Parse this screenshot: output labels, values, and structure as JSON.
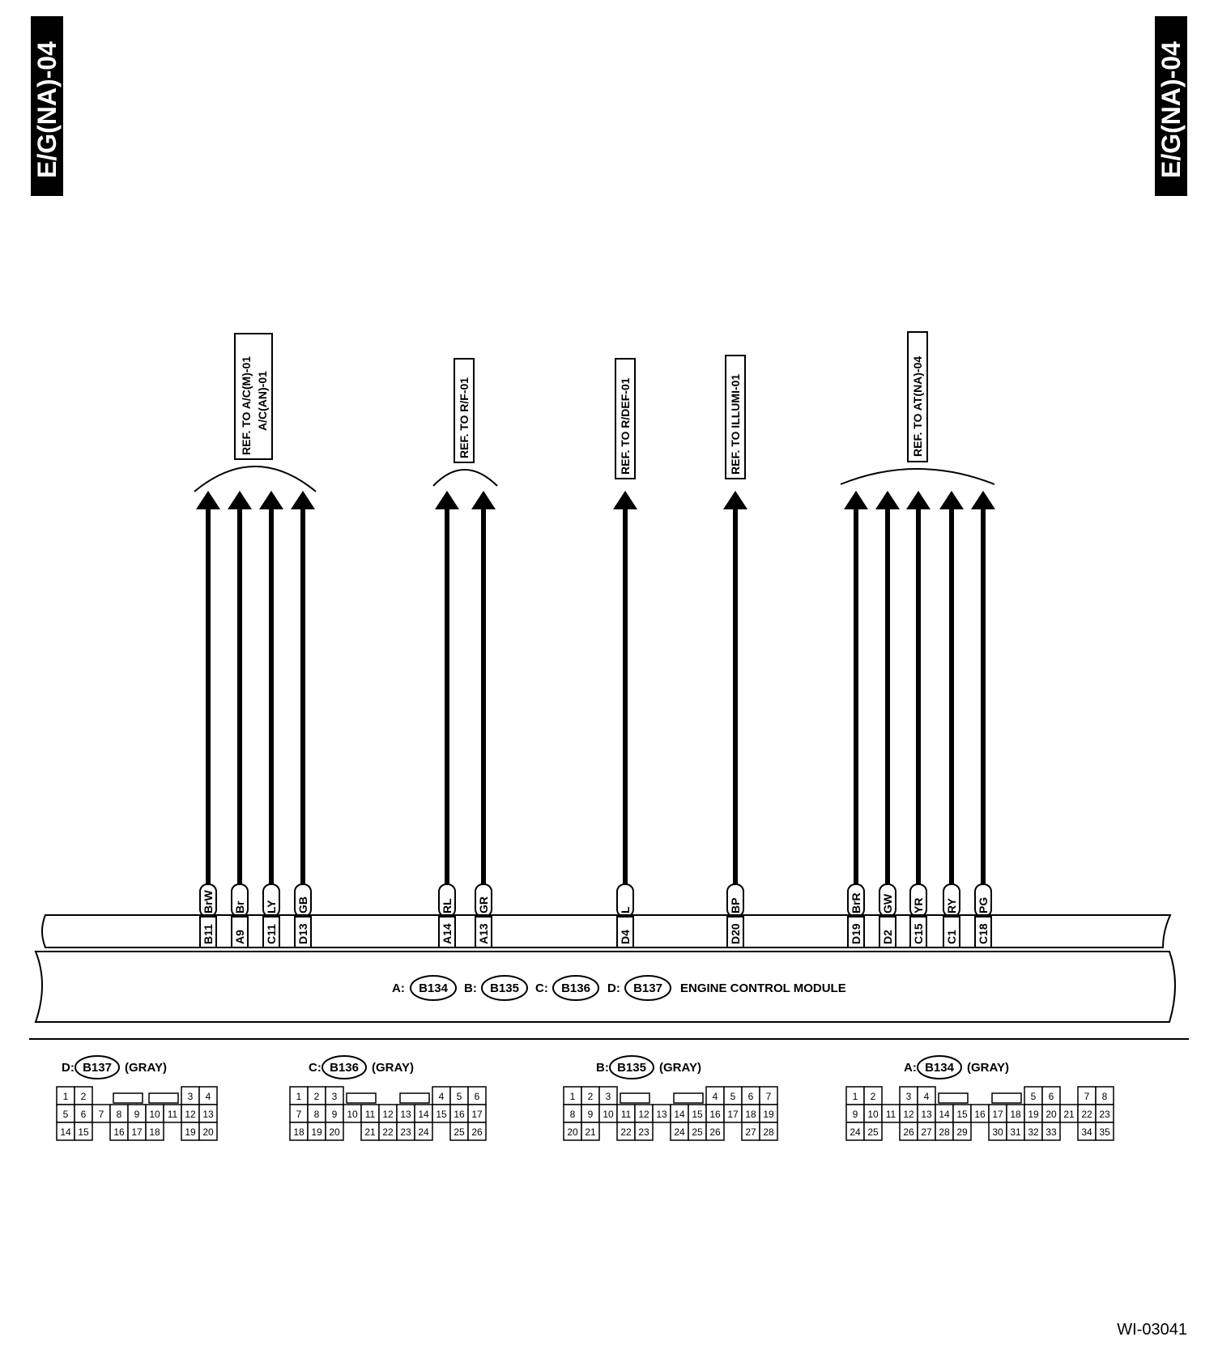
{
  "page_tag": "E/G(NA)-04",
  "ref_labels": {
    "ac_line1": "REF. TO A/C(M)-01",
    "ac_line2": "A/C(AN)-01",
    "rf": "REF. TO R/F-01",
    "rdef": "REF. TO R/DEF-01",
    "illumi": "REF. TO ILLUMI-01",
    "at": "REF. TO AT(NA)-04"
  },
  "wires": [
    {
      "color": "BrW",
      "pin": "B11"
    },
    {
      "color": "Br",
      "pin": "A9"
    },
    {
      "color": "LY",
      "pin": "C11"
    },
    {
      "color": "GB",
      "pin": "D13"
    },
    {
      "color": "RL",
      "pin": "A14"
    },
    {
      "color": "GR",
      "pin": "A13"
    },
    {
      "color": "L",
      "pin": "D4"
    },
    {
      "color": "BP",
      "pin": "D20"
    },
    {
      "color": "BrR",
      "pin": "D19"
    },
    {
      "color": "GW",
      "pin": "D2"
    },
    {
      "color": "YR",
      "pin": "C15"
    },
    {
      "color": "RY",
      "pin": "C1"
    },
    {
      "color": "PG",
      "pin": "C18"
    }
  ],
  "ecm": {
    "a_prefix": "A:",
    "a_code": "B134",
    "b_prefix": "B:",
    "b_code": "B135",
    "c_prefix": "C:",
    "c_code": "B136",
    "d_prefix": "D:",
    "d_code": "B137",
    "name": "ENGINE CONTROL MODULE"
  },
  "connectors": [
    {
      "prefix": "D:",
      "code": "B137",
      "color": "(GRAY)",
      "row1": [
        "1",
        "2",
        "",
        "",
        "",
        "",
        "",
        "",
        "3",
        "4"
      ],
      "row2": [
        "5",
        "6",
        "7",
        "8",
        "9",
        "10",
        "11",
        "12",
        "13"
      ],
      "row3": [
        "14",
        "15",
        "",
        "16",
        "17",
        "18",
        "",
        "19",
        "20"
      ]
    },
    {
      "prefix": "C:",
      "code": "B136",
      "color": "(GRAY)",
      "row1": [
        "1",
        "2",
        "3",
        "4",
        "5",
        "6"
      ],
      "row2": [
        "7",
        "8",
        "9",
        "10",
        "11",
        "12",
        "13",
        "14",
        "15",
        "16",
        "17"
      ],
      "row3": [
        "18",
        "19",
        "20",
        "21",
        "22",
        "23",
        "24",
        "25",
        "26"
      ]
    },
    {
      "prefix": "B:",
      "code": "B135",
      "color": "(GRAY)",
      "row1": [
        "1",
        "2",
        "3",
        "4",
        "5",
        "6",
        "7"
      ],
      "row2": [
        "8",
        "9",
        "10",
        "11",
        "12",
        "13",
        "14",
        "15",
        "16",
        "17",
        "18",
        "19"
      ],
      "row3": [
        "20",
        "21",
        "22",
        "23",
        "24",
        "25",
        "26",
        "27",
        "28"
      ]
    },
    {
      "prefix": "A:",
      "code": "B134",
      "color": "(GRAY)",
      "row1": [
        "1",
        "2",
        "3",
        "4",
        "5",
        "6",
        "7",
        "8"
      ],
      "row2": [
        "9",
        "10",
        "11",
        "12",
        "13",
        "14",
        "15",
        "16",
        "17",
        "18",
        "19",
        "20",
        "21",
        "22",
        "23"
      ],
      "row3": [
        "24",
        "25",
        "26",
        "27",
        "28",
        "29",
        "30",
        "31",
        "32",
        "33",
        "34",
        "35"
      ]
    }
  ],
  "footer_code": "WI-03041"
}
